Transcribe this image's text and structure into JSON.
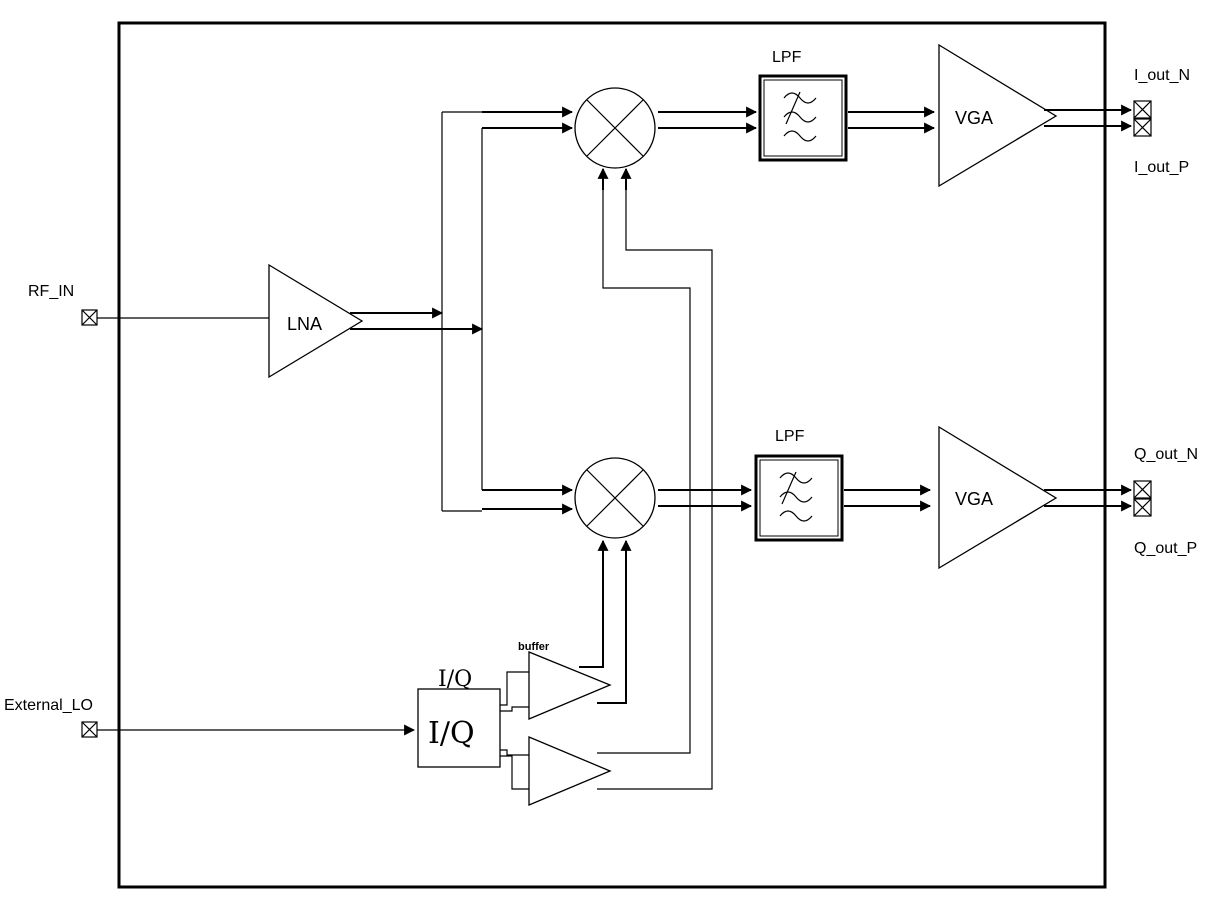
{
  "labels": {
    "rf_in": "RF_IN",
    "external_lo": "External_LO",
    "lna": "LNA",
    "lpf_top": "LPF",
    "lpf_bottom": "LPF",
    "vga_top": "VGA",
    "vga_bottom": "VGA",
    "i_out_n": "I_out_N",
    "i_out_p": "I_out_P",
    "q_out_n": "Q_out_N",
    "q_out_p": "Q_out_P",
    "iq_title": "I/Q",
    "iq_block": "I/Q",
    "buffer": "buffer"
  },
  "colors": {
    "line": "#000000",
    "background": "#ffffff"
  }
}
